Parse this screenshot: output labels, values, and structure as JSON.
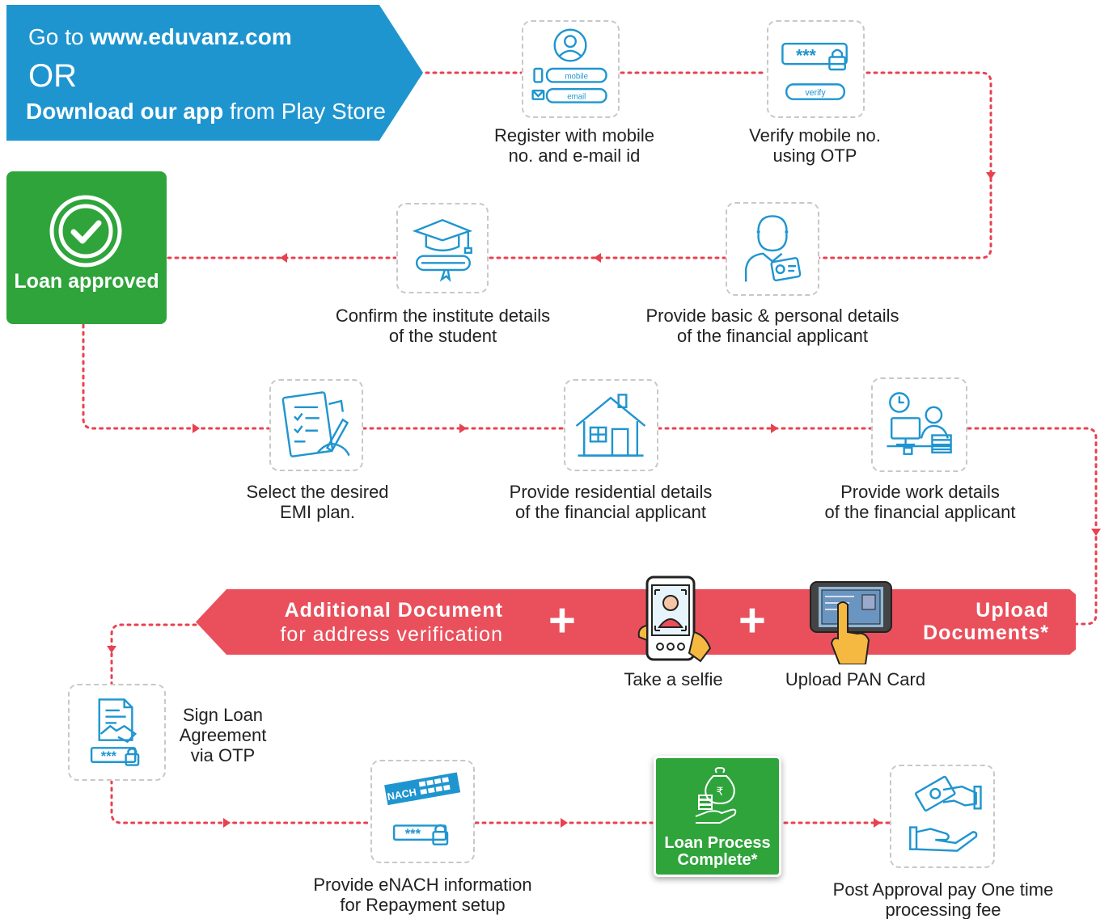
{
  "banner": {
    "line1_prefix": "Go to ",
    "line1_url": "www.eduvanz.com",
    "line2": "OR",
    "line3_bold": "Download our app",
    "line3_rest": " from Play Store",
    "color": "#1f95d0"
  },
  "steps": {
    "register": {
      "line1": "Register with mobile",
      "line2": "no. and e-mail id",
      "mobile_label": "mobile",
      "email_label": "email"
    },
    "verify": {
      "line1": "Verify mobile no.",
      "line2": "using OTP",
      "stars": "***",
      "verify_label": "verify"
    },
    "personal": {
      "line1": "Provide basic & personal details",
      "line2": "of the financial applicant"
    },
    "institute": {
      "line1": "Confirm the institute details",
      "line2": "of the student"
    },
    "approved": {
      "label": "Loan approved",
      "color": "#2ea43b"
    },
    "emi": {
      "line1": "Select the desired",
      "line2": "EMI plan."
    },
    "residential": {
      "line1": "Provide residential details",
      "line2": "of the financial applicant"
    },
    "work": {
      "line1": "Provide work details",
      "line2": "of the financial applicant"
    },
    "upload_bar": {
      "additional_bold": "Additional Document",
      "additional_rest": "for address verification",
      "upload_line1": "Upload",
      "upload_line2": "Documents*",
      "plus": "+",
      "color": "#e9505c"
    },
    "selfie": {
      "label": "Take a selfie"
    },
    "pan": {
      "label": "Upload PAN Card"
    },
    "sign": {
      "line1": "Sign Loan",
      "line2": "Agreement",
      "line3": "via OTP",
      "stars": "***"
    },
    "enach": {
      "line1": "Provide eNACH information",
      "line2": "for Repayment setup",
      "nach_text": "NACH",
      "stars": "***"
    },
    "complete": {
      "line1": "Loan Process",
      "line2": "Complete*"
    },
    "fee": {
      "line1": "Post Approval pay One time",
      "line2": "processing fee"
    }
  },
  "connector_color": "#e8414f"
}
